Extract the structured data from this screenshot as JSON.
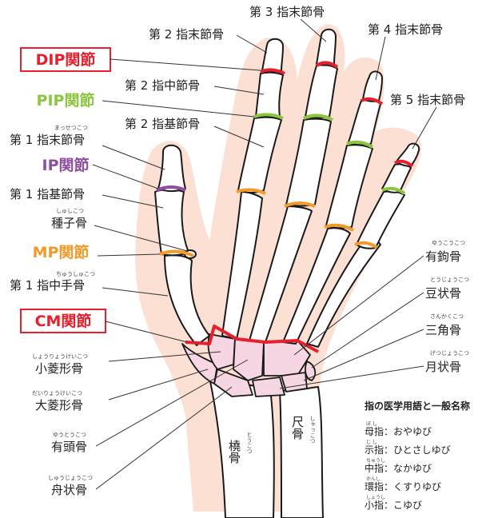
{
  "labels": {
    "thumb_distal": "第 1 指末節骨",
    "thumb_distal_ruby": "まっせつこつ",
    "thumb_proximal": "第 1 指基節骨",
    "sesamoid": "種子骨",
    "sesamoid_ruby": "しゅしこつ",
    "thumb_metacarpal": "第 1 指中手骨",
    "thumb_metacarpal_ruby": "ちゅうしゅこつ",
    "index_distal": "第 2 指末節骨",
    "index_middle": "第 2 指中節骨",
    "index_proximal": "第 2 指基節骨",
    "middle_distal": "第 3 指末節骨",
    "ring_distal": "第 4 指末節骨",
    "little_distal": "第 5 指末節骨",
    "hamate": "有鉤骨",
    "hamate_ruby": "ゆうこうこつ",
    "pisiform": "豆状骨",
    "pisiform_ruby": "とうじょうこつ",
    "triquetrum": "三角骨",
    "triquetrum_ruby": "さんかくこつ",
    "lunate": "月状骨",
    "lunate_ruby": "げつじょうこつ",
    "trapezoid": "小菱形骨",
    "trapezoid_ruby": "しょうりょうけいこつ",
    "trapezium": "大菱形骨",
    "trapezium_ruby": "だいりょうけいこつ",
    "capitate": "有頭骨",
    "capitate_ruby": "ゆうとうこつ",
    "scaphoid": "舟状骨",
    "scaphoid_ruby": "しゅうじょうこつ",
    "radius": "橈骨",
    "radius_ruby": "とうこつ",
    "ulna": "尺骨",
    "ulna_ruby": "しゃっこつ"
  },
  "joints": [
    {
      "key": "dip",
      "label": "DIP関節",
      "color": "#e8202e",
      "boxed": true
    },
    {
      "key": "pip",
      "label": "PIP関節",
      "color": "#8cc63f",
      "boxed": false
    },
    {
      "key": "ip",
      "label": "IP関節",
      "color": "#8e4fa1",
      "boxed": false
    },
    {
      "key": "mp",
      "label": "MP関節",
      "color": "#f39a2b",
      "boxed": false
    },
    {
      "key": "cm",
      "label": "CM関節",
      "color": "#e8202e",
      "boxed": true
    }
  ],
  "legend": {
    "title": "指の医学用語と一般名称",
    "rows": [
      {
        "term": "母指",
        "ruby": "ぼ し",
        "common": "：おやゆび"
      },
      {
        "term": "示指",
        "ruby": "じ し",
        "common": "：ひとさしゆび"
      },
      {
        "term": "中指",
        "ruby": "ちゅうし",
        "common": "：なかゆび"
      },
      {
        "term": "環指",
        "ruby": "かんし",
        "common": "：くすりゆび"
      },
      {
        "term": "小指",
        "ruby": "しょうし",
        "common": "：こゆび"
      }
    ]
  },
  "colors": {
    "skin": "#fbe0d3",
    "carpal_fill": "#f6d6e2",
    "bone_outline": "#1a1a1a"
  }
}
